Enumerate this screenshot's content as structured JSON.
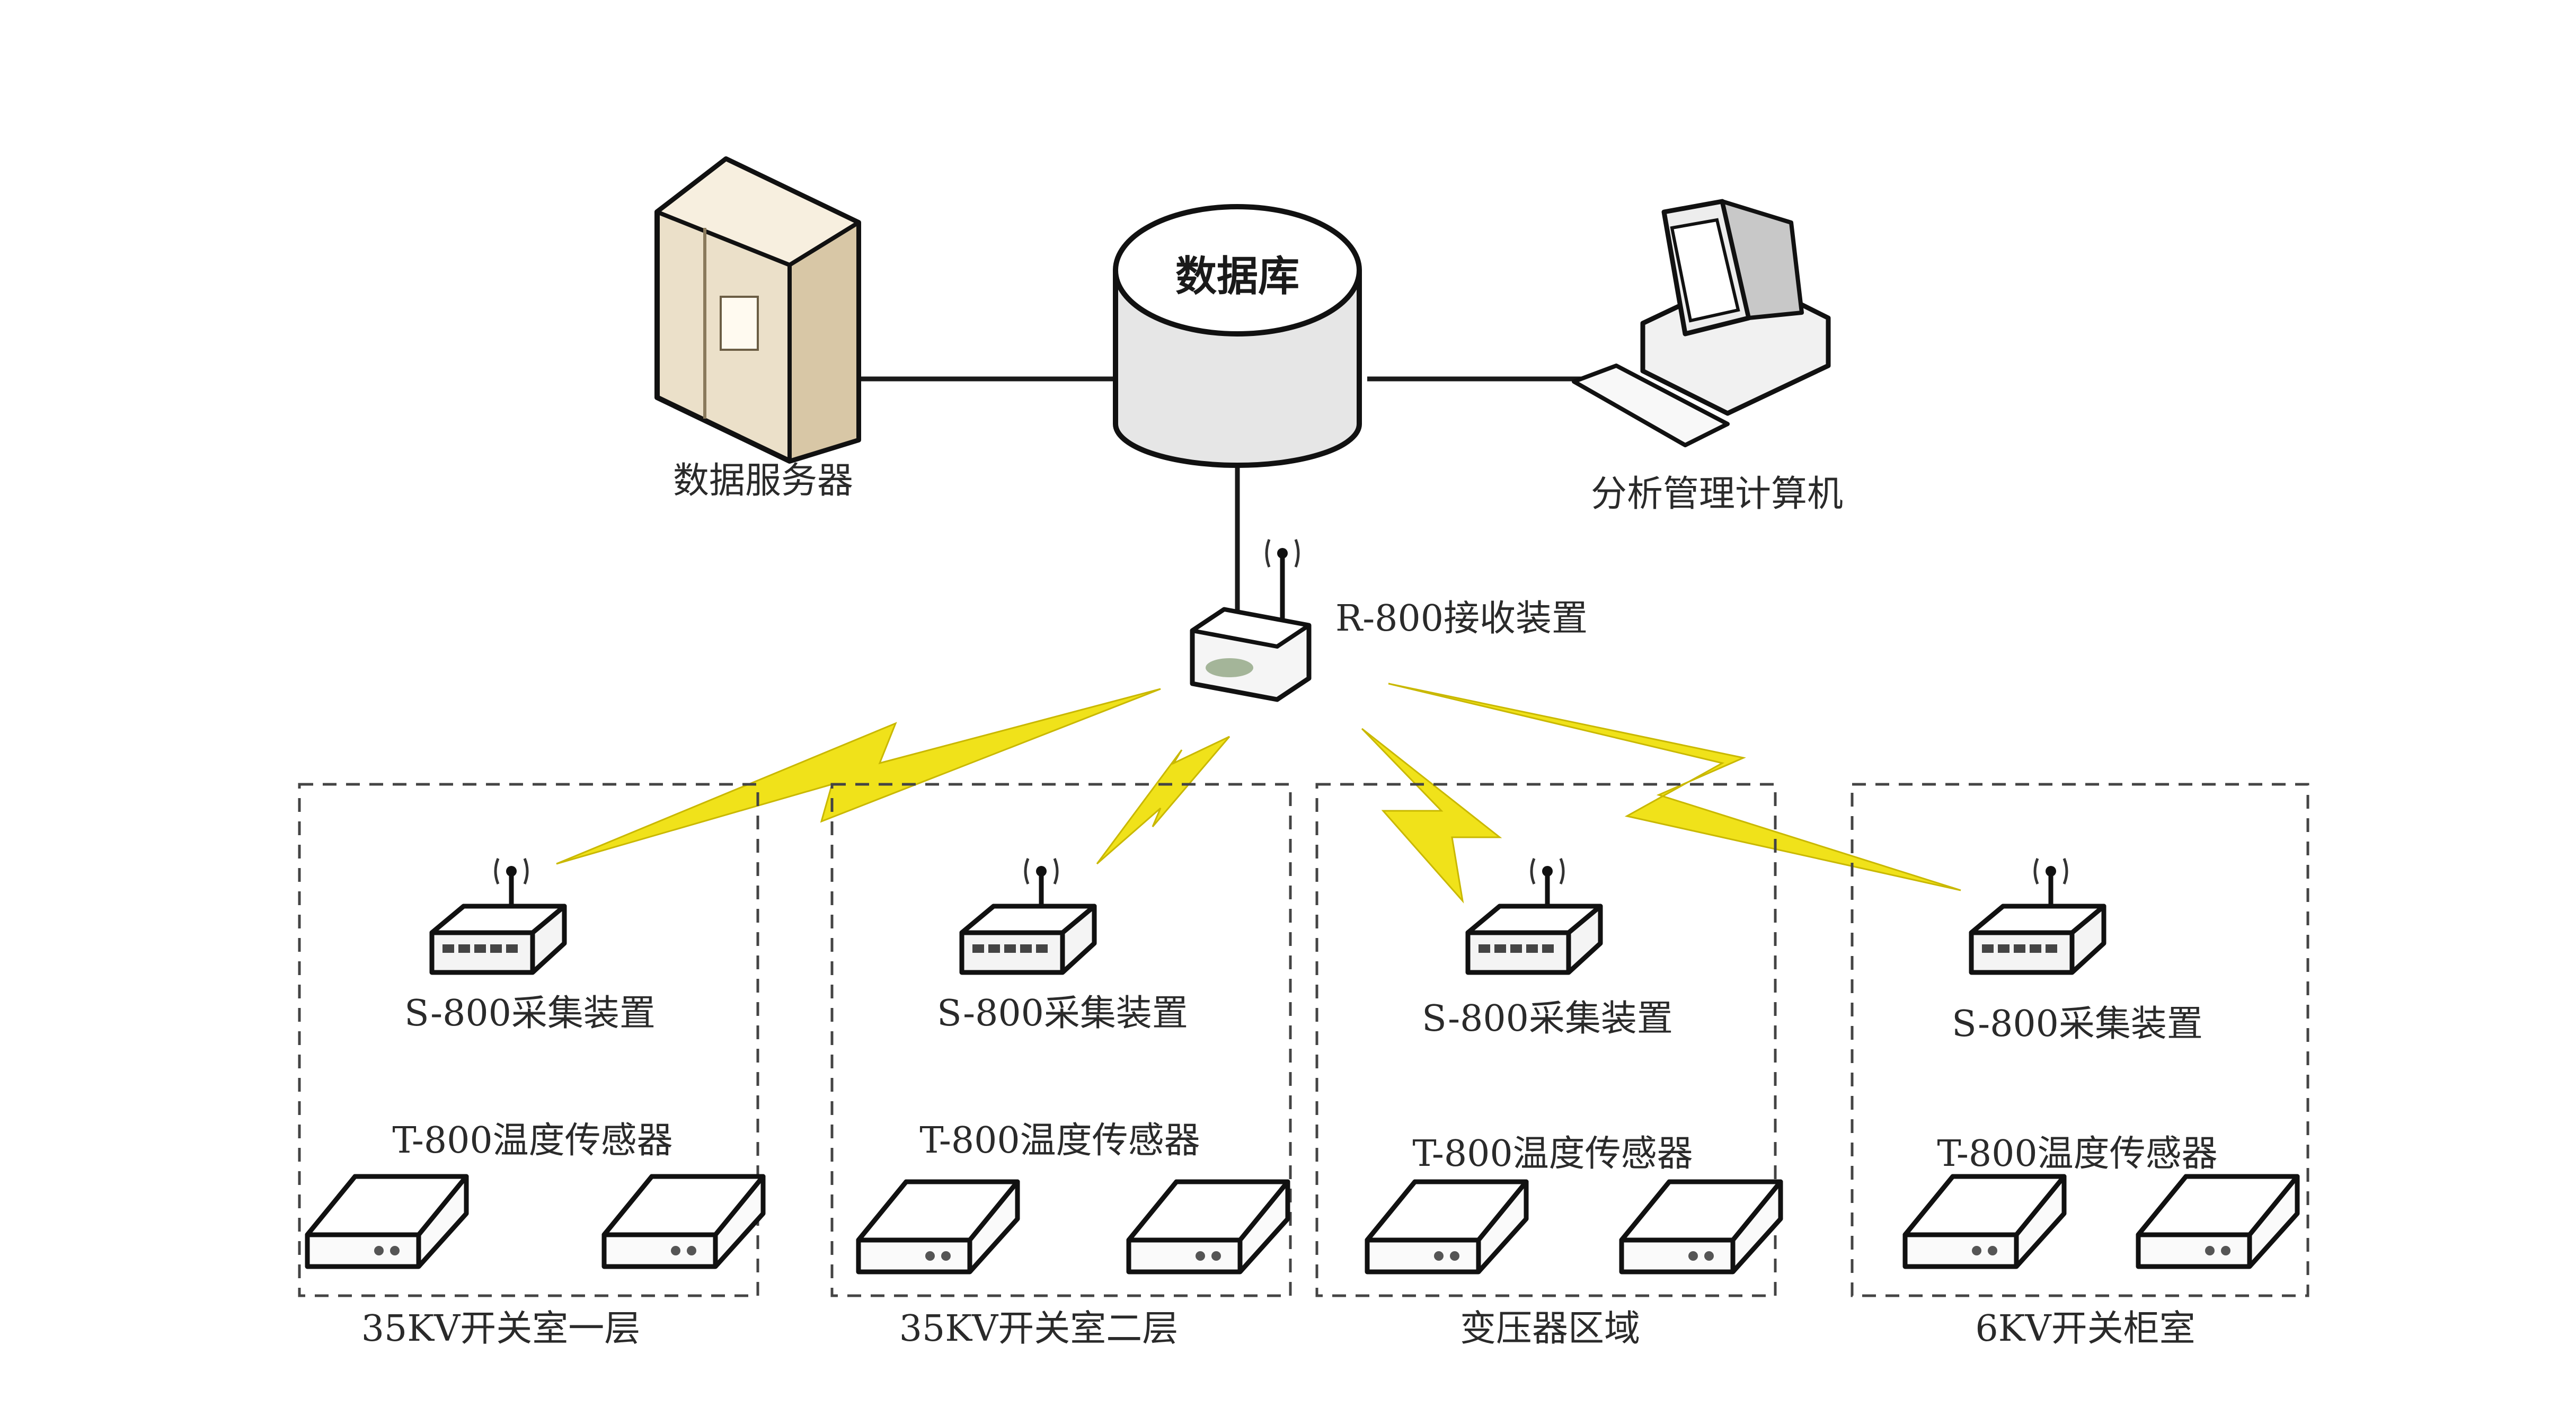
{
  "database": {
    "label": "数据库"
  },
  "server": {
    "label": "数据服务器"
  },
  "computer": {
    "label": "分析管理计算机"
  },
  "receiver": {
    "label": "R-800接收装置"
  },
  "groups": [
    {
      "collector_label": "S-800采集装置",
      "sensor_label": "T-800温度传感器",
      "name": "35KV开关室一层"
    },
    {
      "collector_label": "S-800采集装置",
      "sensor_label": "T-800温度传感器",
      "name": "35KV开关室二层"
    },
    {
      "collector_label": "S-800采集装置",
      "sensor_label": "T-800温度传感器",
      "name": "变压器区域"
    },
    {
      "collector_label": "S-800采集装置",
      "sensor_label": "T-800温度传感器",
      "name": "6KV开关柜室"
    }
  ],
  "colors": {
    "wireless_link": "#f0e21a",
    "connection": "#1a1a1a",
    "group_border": "#444444"
  },
  "icons": {
    "server": "server-tower-icon",
    "database": "database-cylinder-icon",
    "computer": "desktop-computer-icon",
    "receiver": "wireless-router-icon",
    "collector": "wireless-collector-icon",
    "sensor": "temperature-sensor-icon"
  }
}
